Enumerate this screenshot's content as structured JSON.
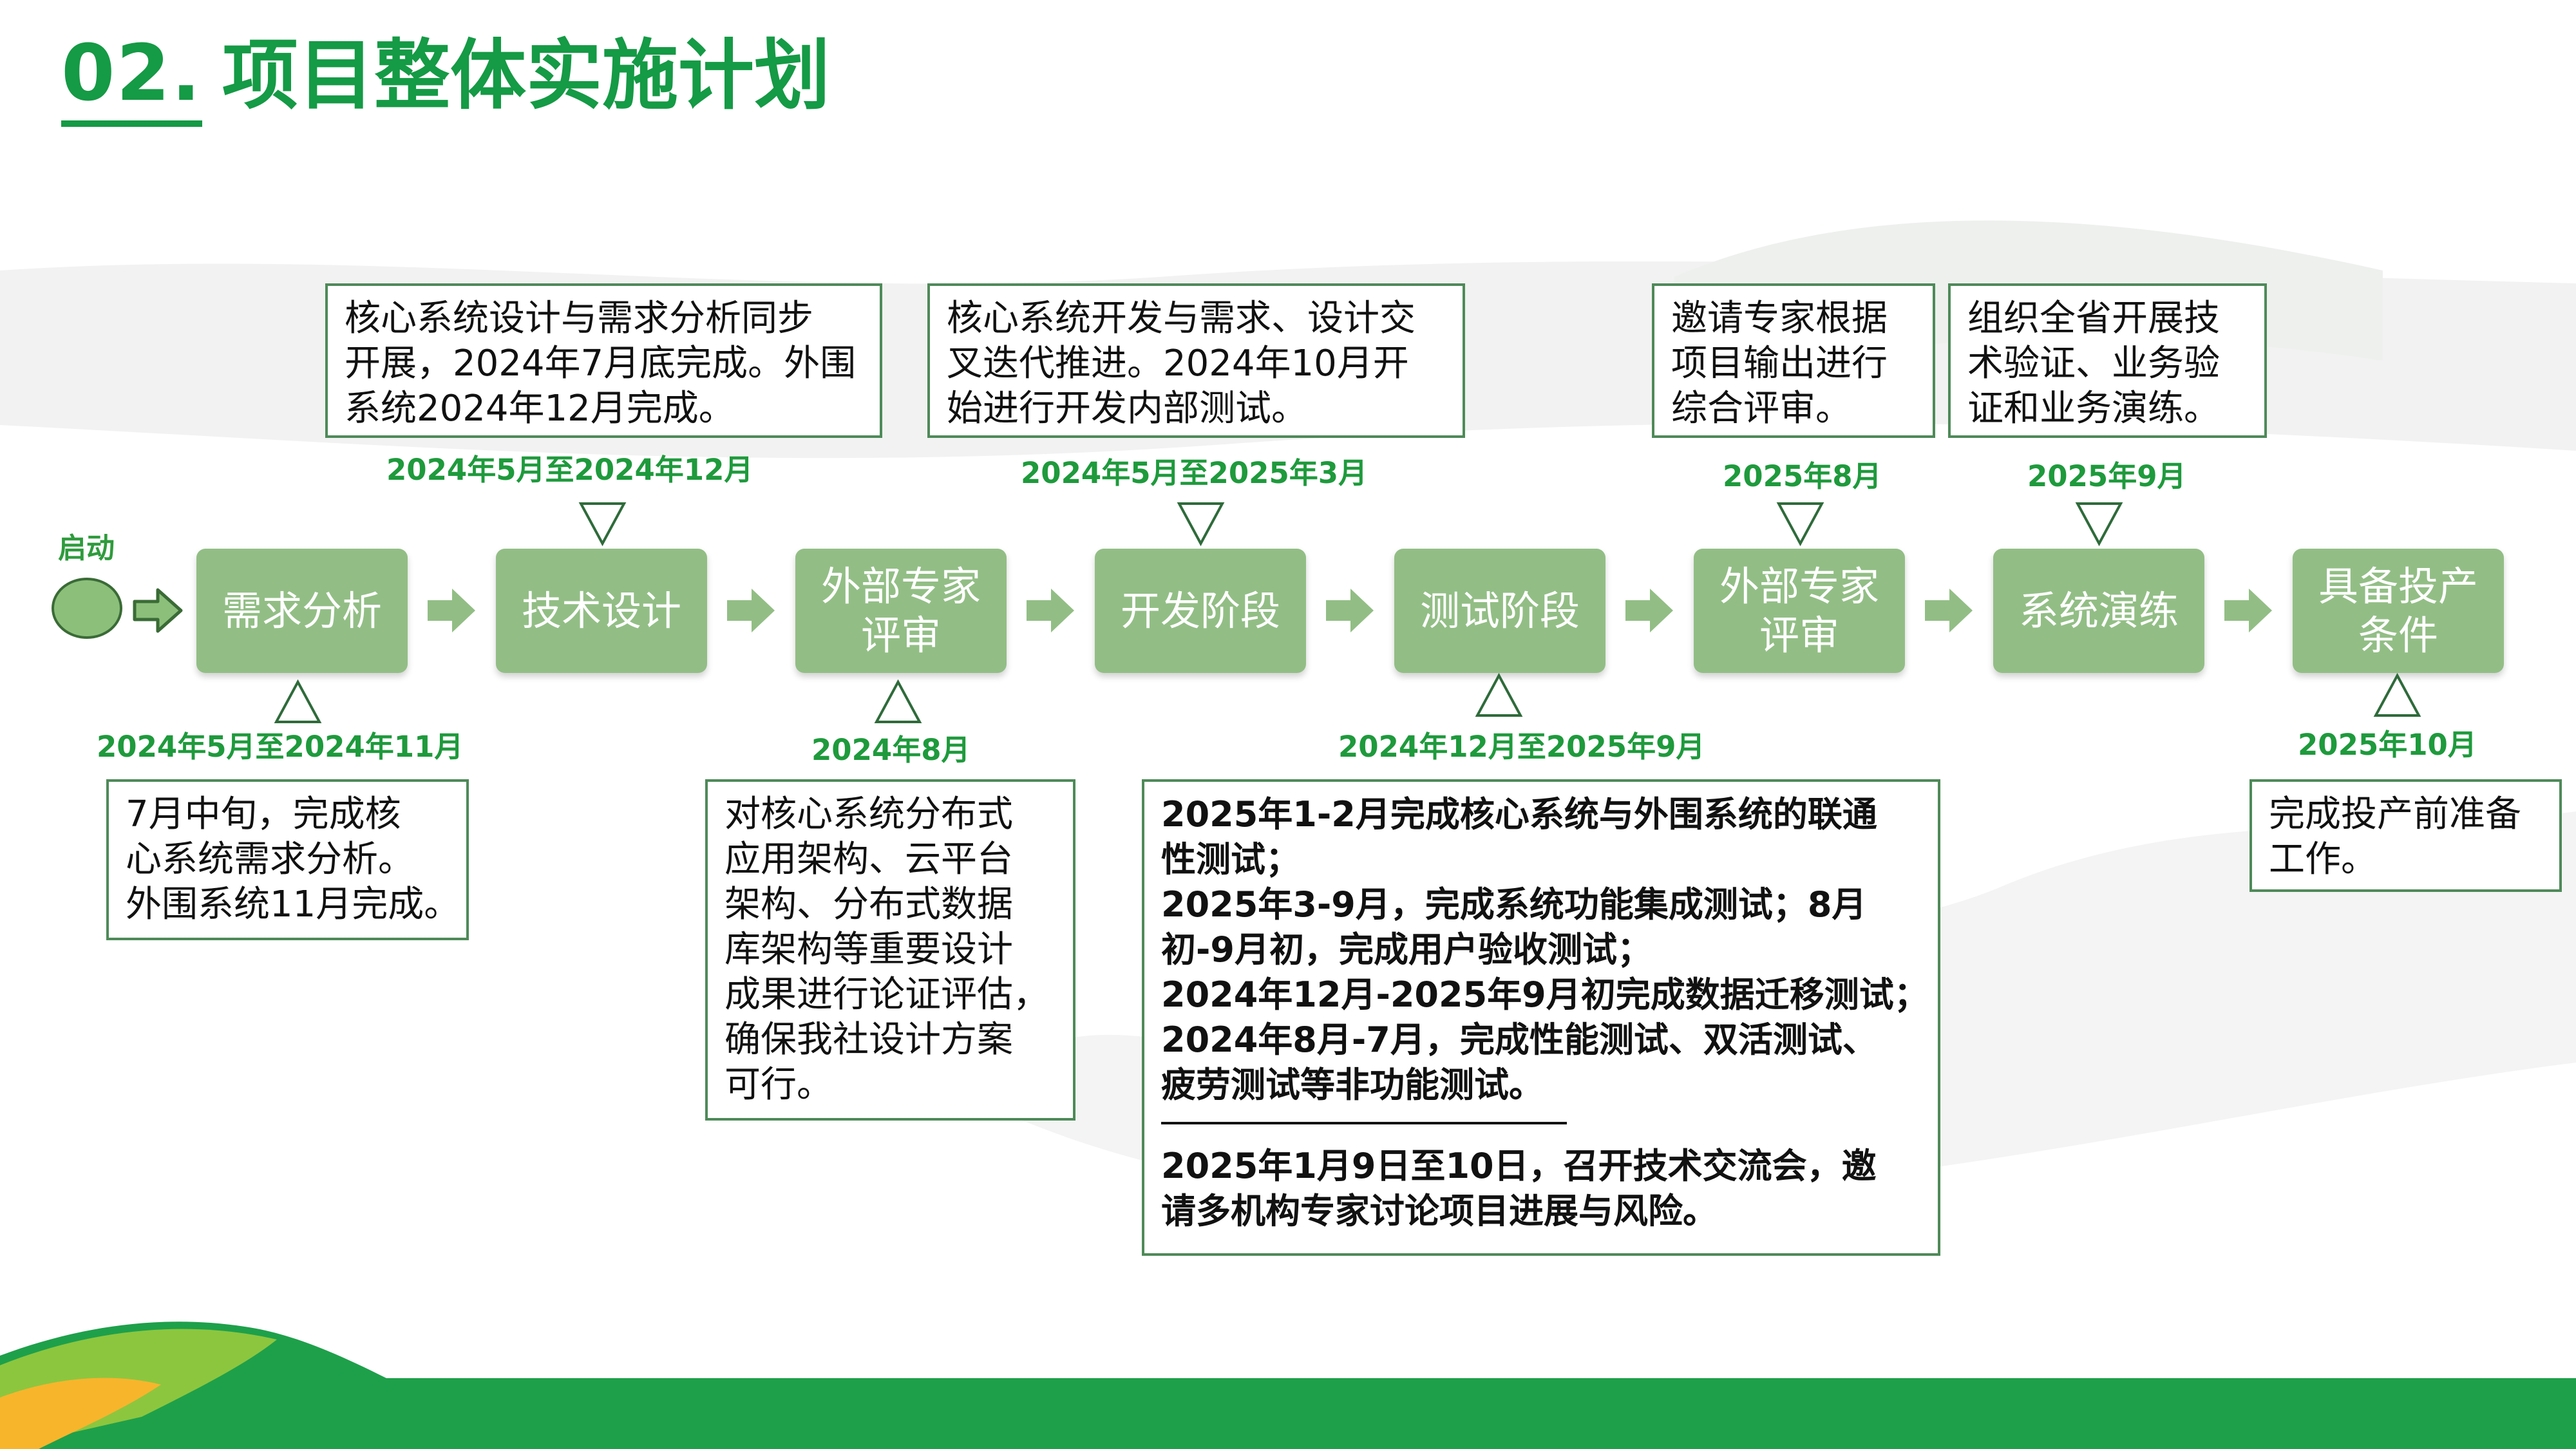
{
  "title": {
    "number": "02.",
    "text": "项目整体实施计划"
  },
  "start": {
    "label": "启动"
  },
  "stages": [
    {
      "id": "req",
      "line1": "需求分析",
      "line2": ""
    },
    {
      "id": "tech",
      "line1": "技术设计",
      "line2": ""
    },
    {
      "id": "review1",
      "line1": "外部专家",
      "line2": "评审"
    },
    {
      "id": "dev",
      "line1": "开发阶段",
      "line2": ""
    },
    {
      "id": "test",
      "line1": "测试阶段",
      "line2": ""
    },
    {
      "id": "review2",
      "line1": "外部专家",
      "line2": "评审"
    },
    {
      "id": "drill",
      "line1": "系统演练",
      "line2": ""
    },
    {
      "id": "ready",
      "line1": "具备投产",
      "line2": "条件"
    }
  ],
  "dates": {
    "req": "2024年5月至2024年11月",
    "tech": "2024年5月至2024年12月",
    "review1": "2024年8月",
    "dev": "2024年5月至2025年3月",
    "test": "2024年12月至2025年9月",
    "review2": "2025年8月",
    "drill": "2025年9月",
    "ready": "2025年10月"
  },
  "notes": {
    "tech": [
      "核心系统设计与需求分析同步",
      "开展，2024年7月底完成。外围",
      "系统2024年12月完成。"
    ],
    "dev": [
      "核心系统开发与需求、设计交",
      "叉迭代推进。2024年10月开",
      "始进行开发内部测试。"
    ],
    "review2": [
      "邀请专家根据",
      "项目输出进行",
      "综合评审。"
    ],
    "drill": [
      "组织全省开展技",
      "术验证、业务验",
      "证和业务演练。"
    ],
    "req": [
      "7月中旬，完成核",
      "心系统需求分析。",
      "外围系统11月完成。"
    ],
    "review1": [
      "对核心系统分布式",
      "应用架构、云平台",
      "架构、分布式数据",
      "库架构等重要设计",
      "成果进行论证评估，",
      "确保我社设计方案",
      "可行。"
    ],
    "test_part1": [
      "2025年1-2月完成核心系统与外围系统的联通",
      "性测试；",
      "2025年3-9月，完成系统功能集成测试；8月",
      "初-9月初，完成用户验收测试；",
      "2024年12月-2025年9月初完成数据迁移测试；",
      "2024年8月-7月，完成性能测试、双活测试、",
      "疲劳测试等非功能测试。"
    ],
    "test_part2": [
      "2025年1月9日至10日，召开技术交流会，邀",
      "请多机构专家讨论项目进展与风险。"
    ],
    "ready": [
      "完成投产前准备",
      "工作。"
    ]
  },
  "colors": {
    "brand_green": "#159A45",
    "stage_fill": "#92BE85",
    "note_border": "#4E8A58",
    "date_green": "#1E9A3C",
    "footer_green": "#1EA04A"
  }
}
